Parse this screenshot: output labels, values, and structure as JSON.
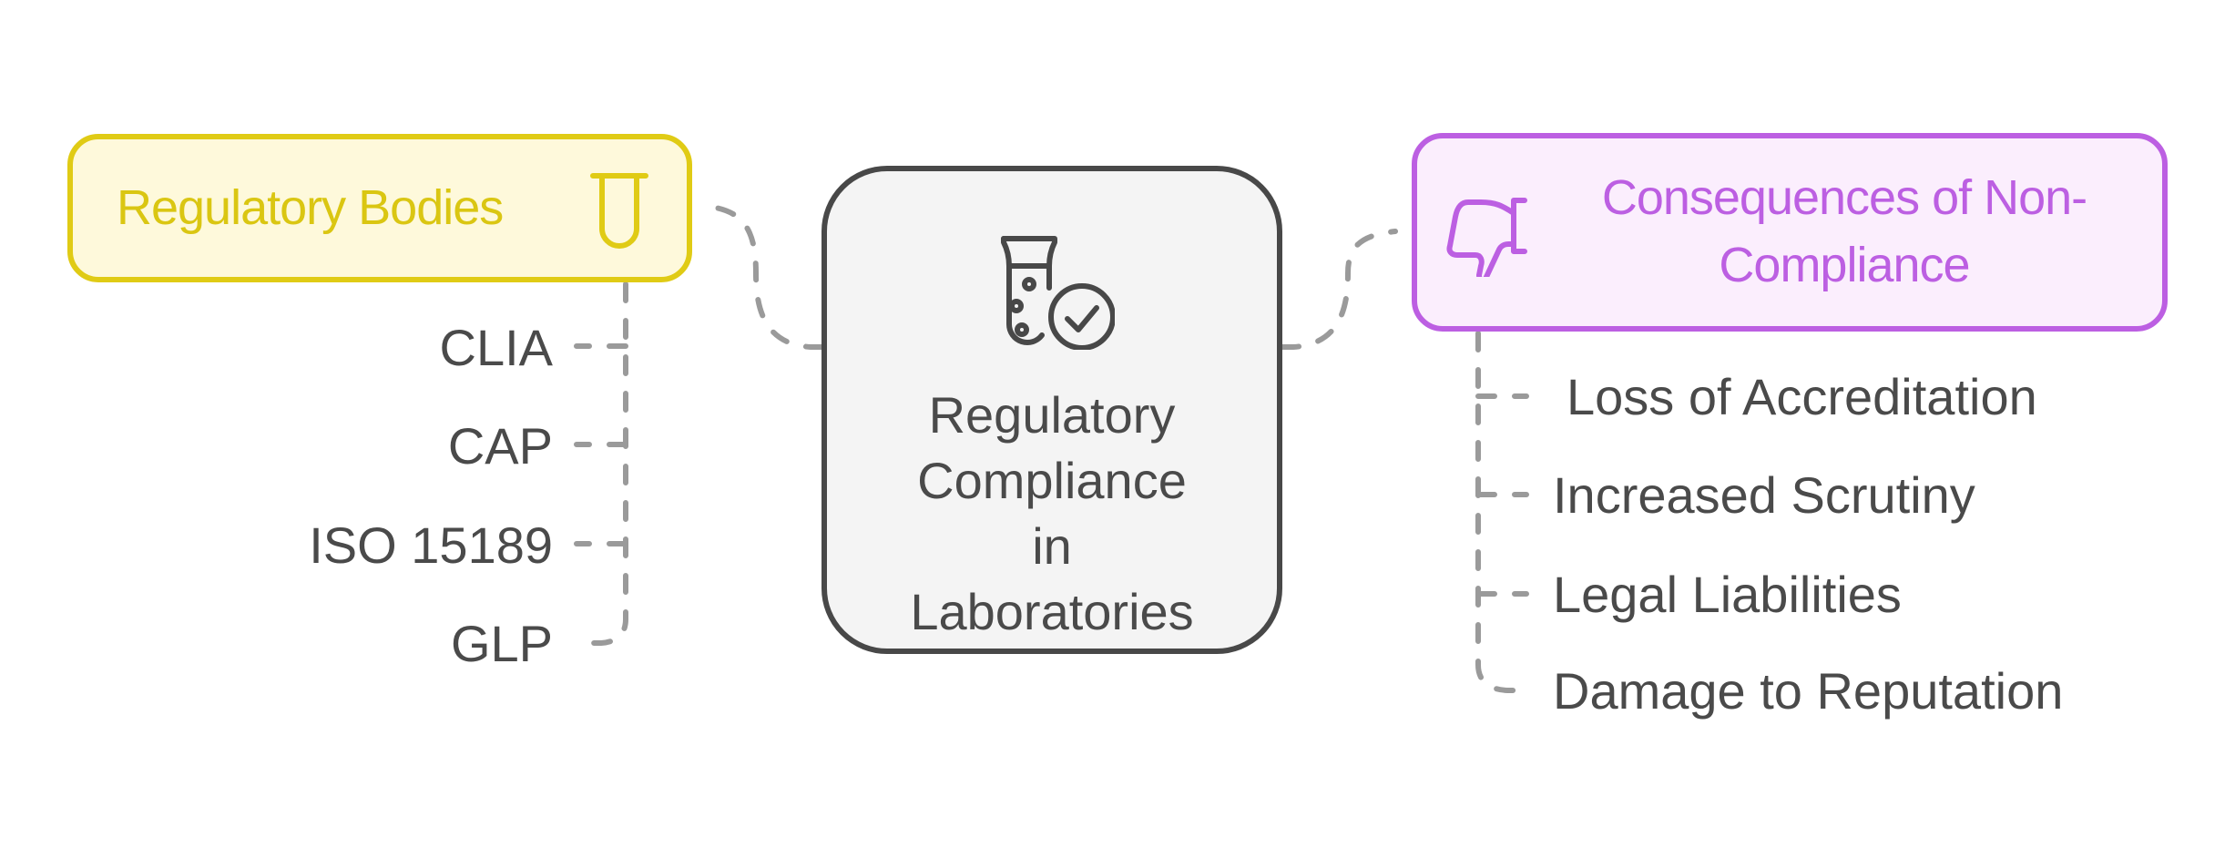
{
  "center": {
    "title_lines": [
      "Regulatory",
      "Compliance",
      "in",
      "Laboratories"
    ],
    "icon": "test-tube-check-icon"
  },
  "regulatory_bodies": {
    "title": "Regulatory Bodies",
    "icon": "test-tube-icon",
    "items": [
      "CLIA",
      "CAP",
      "ISO 15189",
      "GLP"
    ]
  },
  "consequences": {
    "title_lines": [
      "Consequences of Non-",
      "Compliance"
    ],
    "icon": "thumbs-down-icon",
    "items": [
      "Loss of Accreditation",
      "Increased Scrutiny",
      "Legal Liabilities",
      "Damage to Reputation"
    ]
  },
  "colors": {
    "yellow_accent": "#e0cb15",
    "yellow_fill": "#fef9db",
    "purple_accent": "#bc5fe2",
    "purple_fill": "#fbeefd",
    "center_border": "#484848",
    "center_fill": "#f4f4f4",
    "text": "#4a4a4a",
    "connector": "#9a9a9a"
  }
}
